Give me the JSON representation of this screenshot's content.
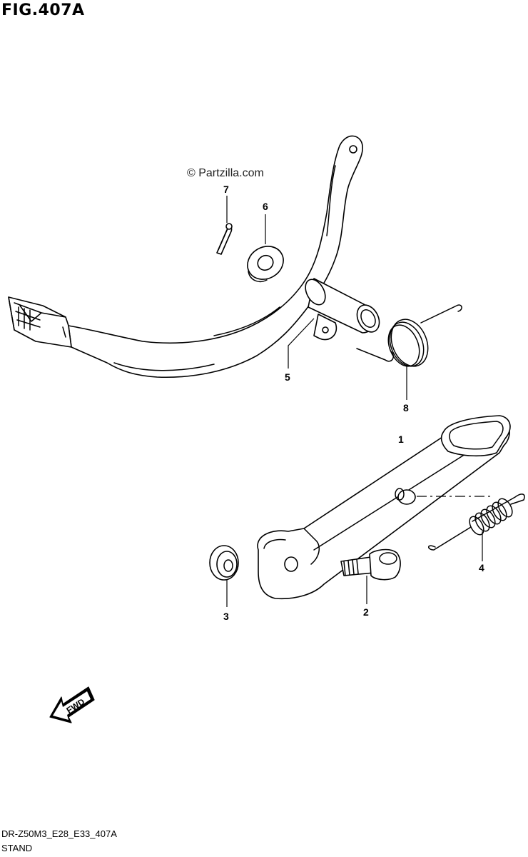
{
  "figure": {
    "title": "FIG.407A",
    "watermark": "© Partzilla.com",
    "footer_code": "DR-Z50M3_E28_E33_407A",
    "footer_name": "STAND"
  },
  "callouts": {
    "p1": "1",
    "p2": "2",
    "p3": "3",
    "p4": "4",
    "p5": "5",
    "p6": "6",
    "p7": "7",
    "p8": "8"
  },
  "fwd_label": "FWD",
  "icons": {
    "fwd_arrow": "arrow-left-fwd-icon"
  }
}
